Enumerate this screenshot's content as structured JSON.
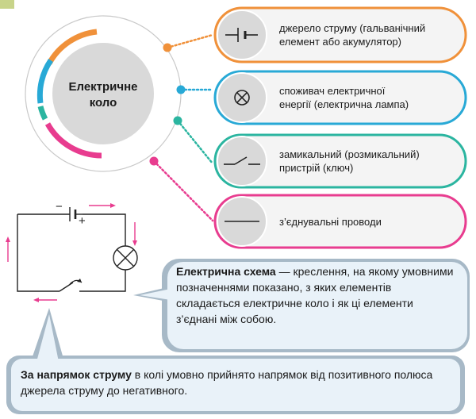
{
  "center": {
    "title_line1": "Електричне",
    "title_line2": "коло"
  },
  "elements": [
    {
      "id": "source",
      "line1": "джерело струму (гальванічний",
      "line2": "елемент або акумулятор)",
      "color": "#f0913a",
      "symbol": "cell-symbol-icon"
    },
    {
      "id": "consumer",
      "line1": "споживач електричної",
      "line2": "енергії (електрична лампа)",
      "color": "#28a9d6",
      "symbol": "lamp-symbol-icon"
    },
    {
      "id": "switch",
      "line1": "замикальний (розмикальний)",
      "line2": "пристрій (ключ)",
      "color": "#2bb5a0",
      "symbol": "switch-symbol-icon"
    },
    {
      "id": "wires",
      "line1": "з’єднувальні проводи",
      "line2": "",
      "color": "#e83c8f",
      "symbol": "wire-symbol-icon"
    }
  ],
  "circuit": {
    "minus": "−",
    "plus": "+"
  },
  "definition": {
    "term": "Електрична схема",
    "text": " — креслення, на якому умовними позначеннями показано, з яких елементів складається електричне коло і як ці елементи з’єднані між собою."
  },
  "note": {
    "term": "За напрямок струму",
    "text": " в колі умовно прийнято напрямок від позитивного полюса джерела струму до негативного."
  },
  "colors": {
    "orange": "#f0913a",
    "blue": "#28a9d6",
    "teal": "#2bb5a0",
    "pink": "#e83c8f",
    "gray_disc": "#d9d9d9",
    "callout_bg": "#e9f2f9"
  }
}
